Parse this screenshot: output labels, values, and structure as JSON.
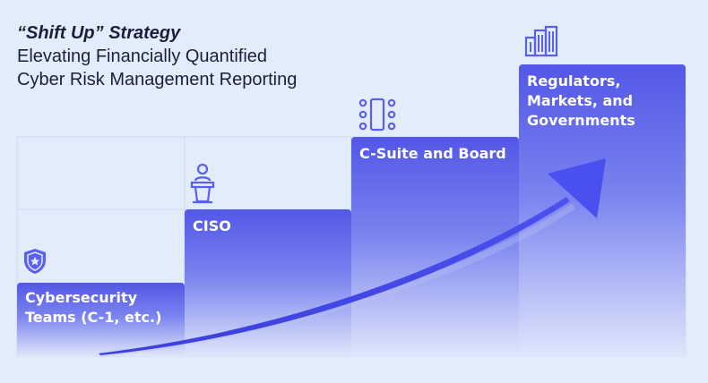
{
  "title": {
    "kicker": "“Shift Up” Strategy",
    "line1": "Elevating Financially Quantified",
    "line2": "Cyber Risk Management Reporting"
  },
  "steps": [
    {
      "label_lines": [
        "Cybersecurity",
        "Teams (C-1, etc.)"
      ],
      "icon": "shield-star-icon"
    },
    {
      "label_lines": [
        "CISO"
      ],
      "icon": "podium-speaker-icon"
    },
    {
      "label_lines": [
        "C-Suite and Board"
      ],
      "icon": "boardroom-table-icon"
    },
    {
      "label_lines": [
        "Regulators,",
        "Markets, and",
        "Governments"
      ],
      "icon": "city-buildings-icon"
    }
  ],
  "colors": {
    "background": "#e3ecfb",
    "step_top": "#5357e6",
    "step_bottom": "#dfe6fb",
    "accent": "#5a5ff0",
    "text_dark": "#1c1f3a"
  }
}
